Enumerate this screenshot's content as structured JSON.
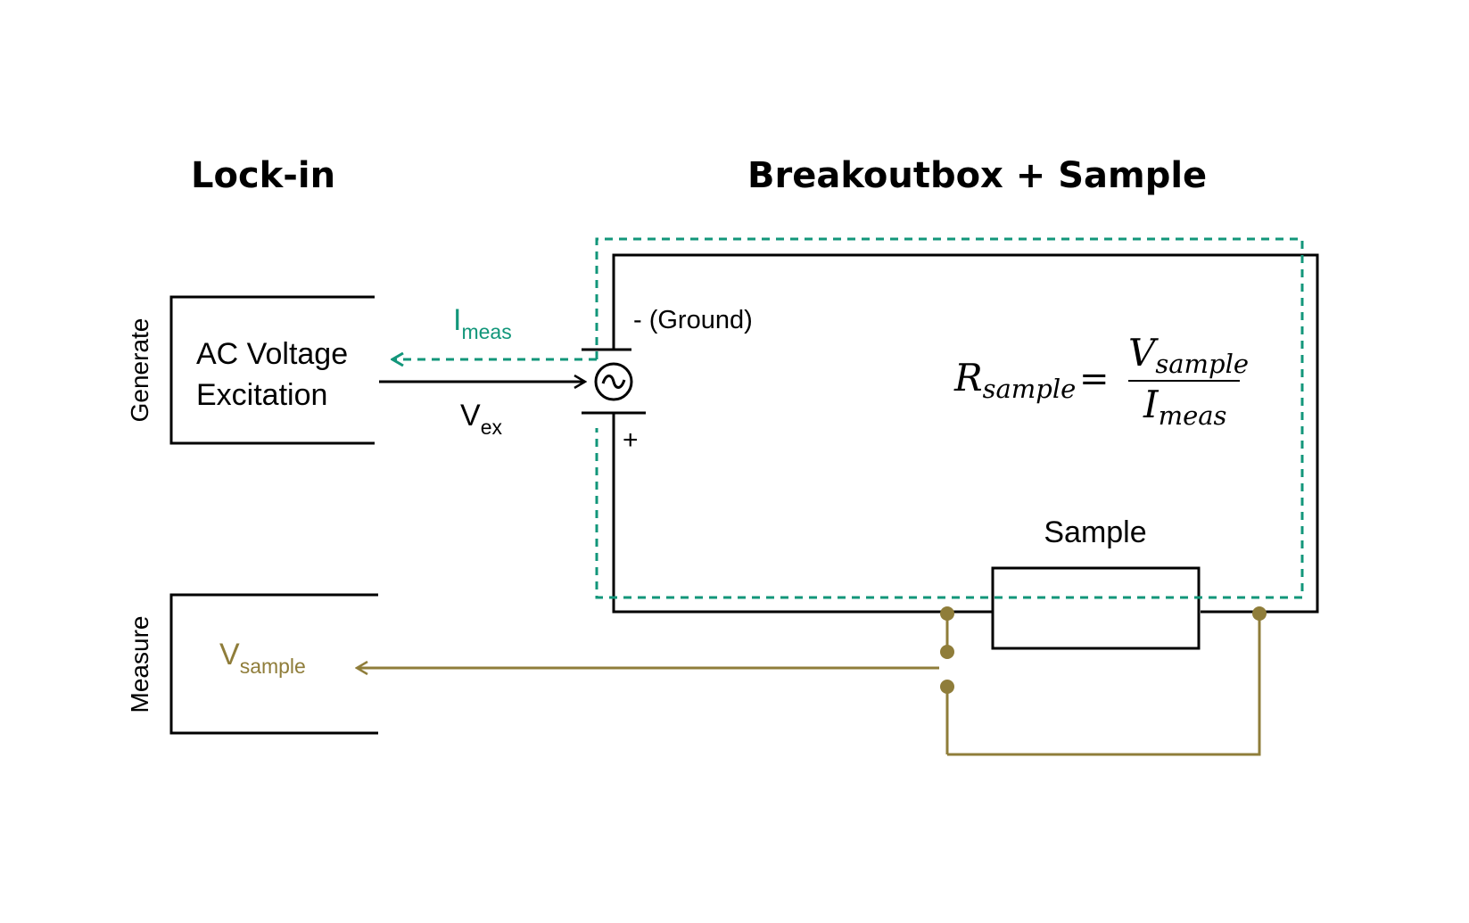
{
  "titles": {
    "lockin": "Lock-in",
    "breakout": "Breakoutbox + Sample"
  },
  "lockin": {
    "generate_label": "Generate",
    "measure_label": "Measure",
    "excitation_line1": "AC Voltage",
    "excitation_line2": "Excitation",
    "vsample_main": "V",
    "vsample_sub": "sample"
  },
  "signals": {
    "imeas_main": "I",
    "imeas_sub": "meas",
    "vex_main": "V",
    "vex_sub": "ex"
  },
  "source": {
    "minus_label": "- (Ground)",
    "plus_label": "+",
    "symbol": "~"
  },
  "sample": {
    "label": "Sample"
  },
  "formula": {
    "lhs_main": "R",
    "lhs_sub": "sample",
    "equals": "=",
    "num_main": "V",
    "num_sub": "sample",
    "den_main": "I",
    "den_sub": "meas"
  },
  "colors": {
    "current": "#12967a",
    "voltage": "#8f7d3a",
    "wire": "#000000"
  }
}
